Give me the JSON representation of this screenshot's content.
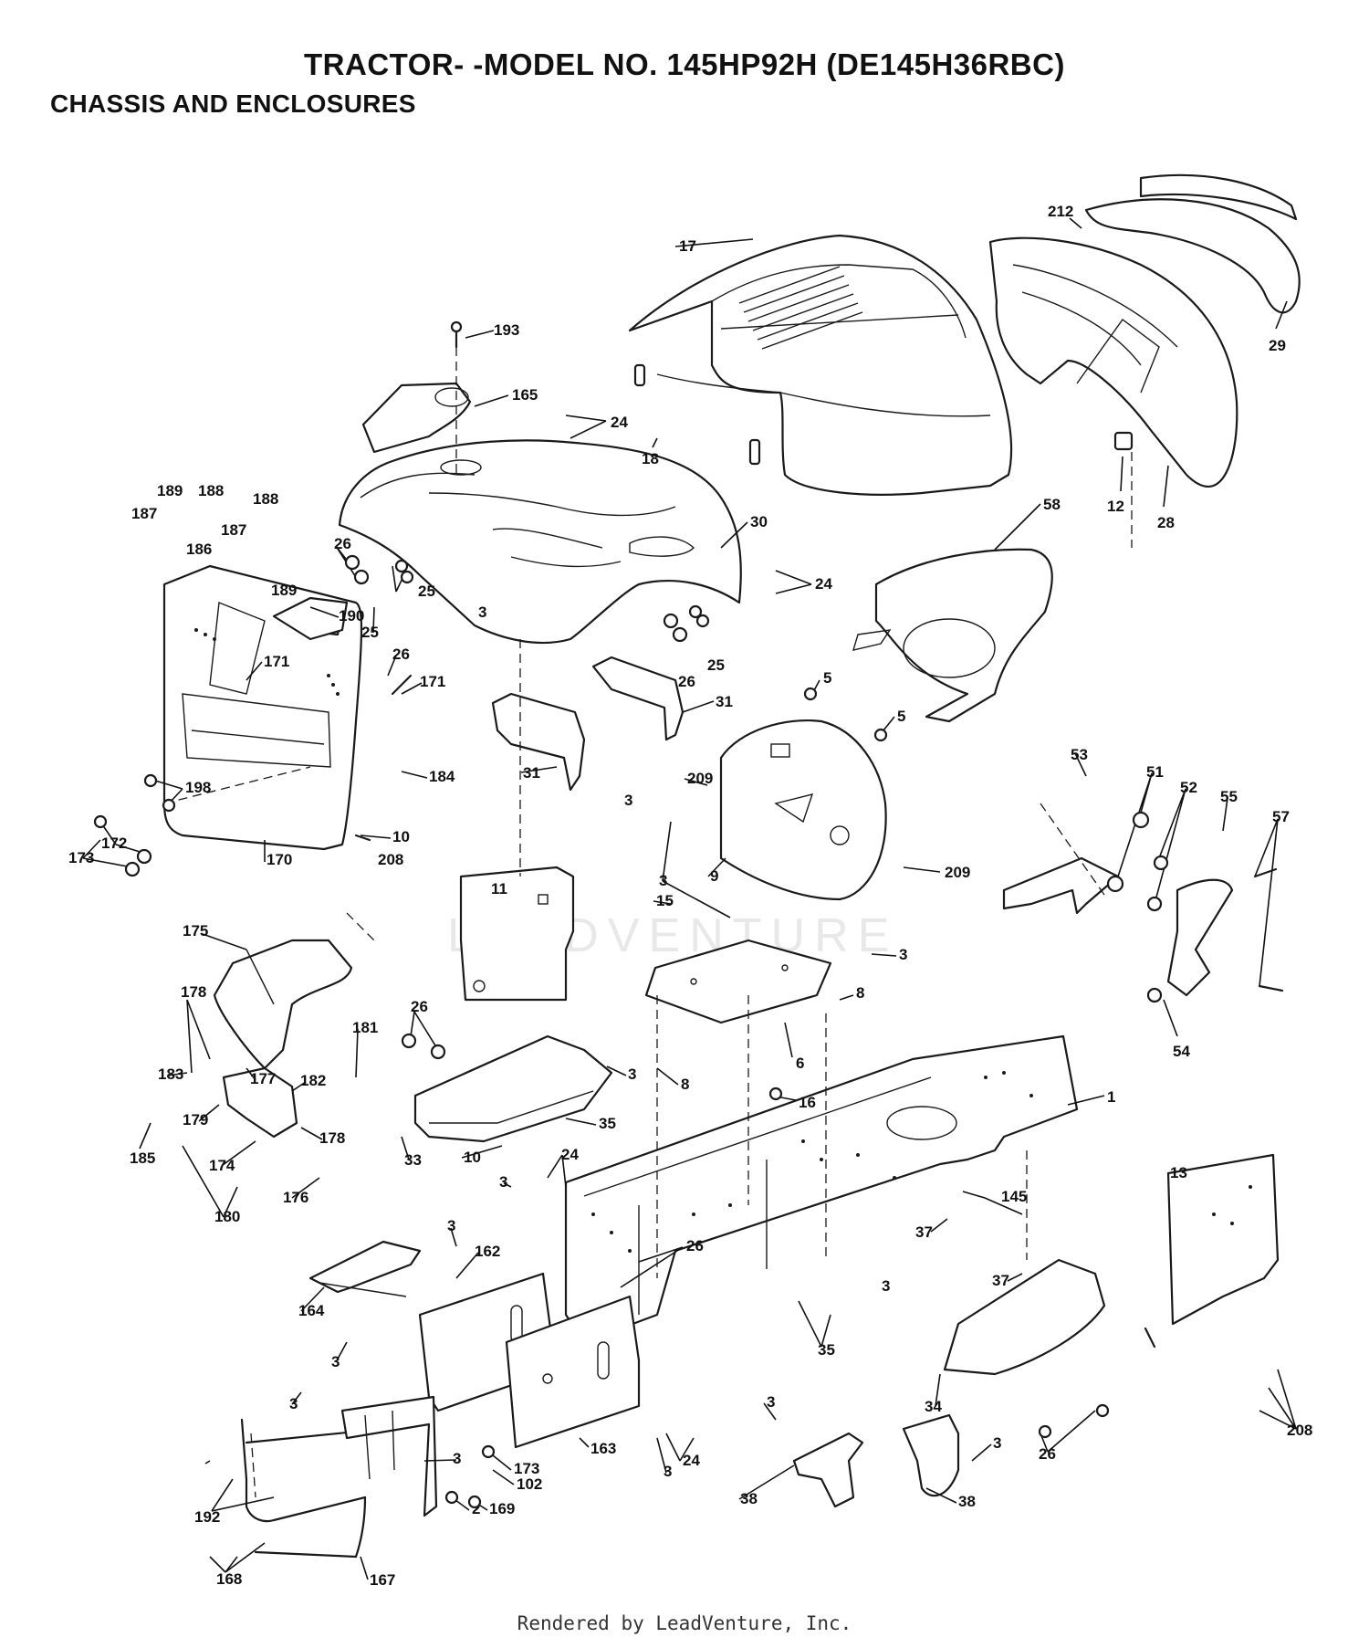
{
  "title": "TRACTOR- -MODEL NO. 145HP92H (DE145H36RBC)",
  "subtitle": "CHASSIS AND ENCLOSURES",
  "footer": "Rendered by LeadVenture, Inc.",
  "watermark": "LEADVENTURE",
  "labels": {
    "l1": "1",
    "l2": "2",
    "l3a": "3",
    "l3b": "3",
    "l3c": "3",
    "l3d": "3",
    "l3e": "3",
    "l3f": "3",
    "l3g": "3",
    "l3h": "3",
    "l3i": "3",
    "l3j": "3",
    "l3k": "3",
    "l3l": "3",
    "l3m": "3",
    "l3n": "3",
    "l5a": "5",
    "l5b": "5",
    "l6": "6",
    "l8a": "8",
    "l8b": "8",
    "l9": "9",
    "l10a": "10",
    "l10b": "10",
    "l11": "11",
    "l12": "12",
    "l13": "13",
    "l15": "15",
    "l16": "16",
    "l17": "17",
    "l18": "18",
    "l24a": "24",
    "l24b": "24",
    "l24c": "24",
    "l24d": "24",
    "l25a": "25",
    "l25b": "25",
    "l25c": "25",
    "l26a": "26",
    "l26b": "26",
    "l26c": "26",
    "l26d": "26",
    "l26e": "26",
    "l26f": "26",
    "l28": "28",
    "l29": "29",
    "l30": "30",
    "l31a": "31",
    "l31b": "31",
    "l33": "33",
    "l34": "34",
    "l35a": "35",
    "l35b": "35",
    "l37a": "37",
    "l37b": "37",
    "l38a": "38",
    "l38b": "38",
    "l51": "51",
    "l52": "52",
    "l53": "53",
    "l54": "54",
    "l55": "55",
    "l57": "57",
    "l58": "58",
    "l102": "102",
    "l145": "145",
    "l162": "162",
    "l163": "163",
    "l164": "164",
    "l165": "165",
    "l167": "167",
    "l168": "168",
    "l169": "169",
    "l170": "170",
    "l171a": "171",
    "l171b": "171",
    "l172": "172",
    "l173a": "173",
    "l173b": "173",
    "l174": "174",
    "l175": "175",
    "l176": "176",
    "l177": "177",
    "l178a": "178",
    "l178b": "178",
    "l179": "179",
    "l180": "180",
    "l181": "181",
    "l182": "182",
    "l183": "183",
    "l184": "184",
    "l185": "185",
    "l186": "186",
    "l187a": "187",
    "l187b": "187",
    "l188a": "188",
    "l188b": "188",
    "l189a": "189",
    "l189b": "189",
    "l190": "190",
    "l192": "192",
    "l193": "193",
    "l198": "198",
    "l208a": "208",
    "l208b": "208",
    "l209a": "209",
    "l209b": "209",
    "l212": "212"
  }
}
